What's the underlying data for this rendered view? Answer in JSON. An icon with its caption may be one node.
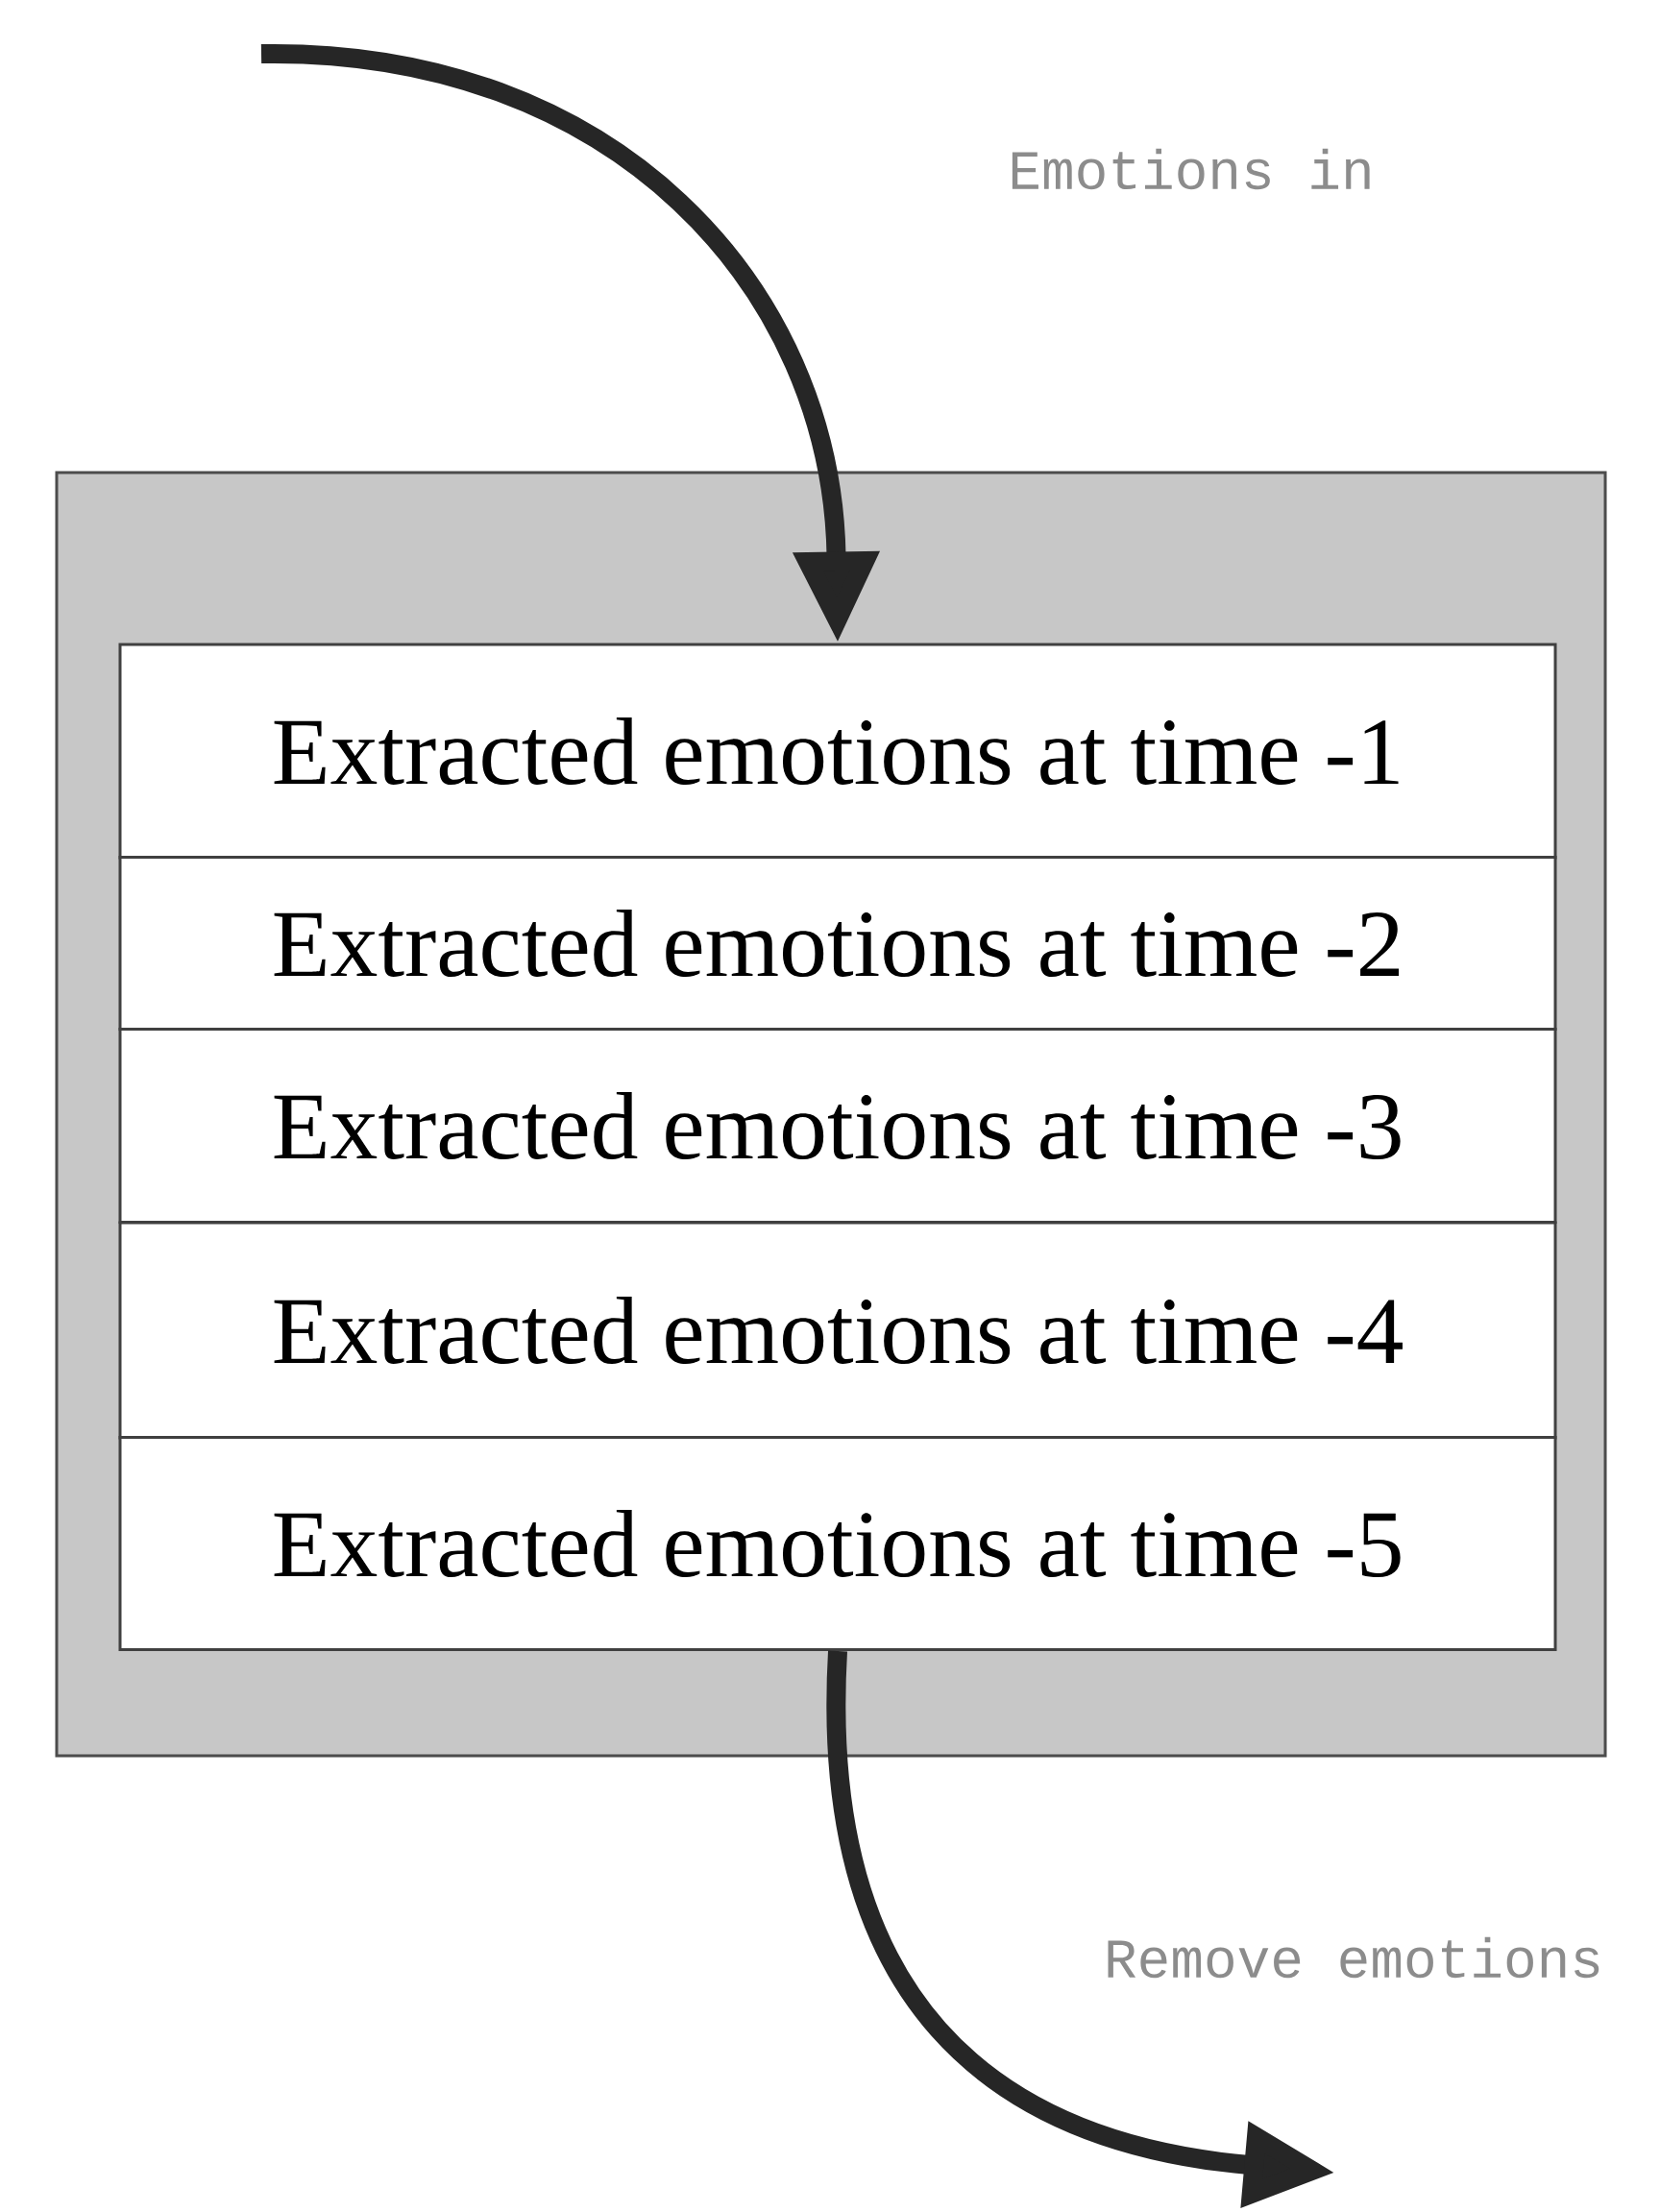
{
  "diagram": {
    "nodes": [
      {
        "text": [],
        "shape": "box"
      },
      {
        "text": [
          "Extracted emotions at time -1"
        ],
        "in": 0
      },
      {
        "text": [
          "Extracted emotions at time -2"
        ],
        "in": 0
      },
      {
        "text": [
          "Extracted emotions at time -3"
        ],
        "in": 0
      },
      {
        "text": [
          "Extracted emotions at time -4"
        ],
        "in": 0
      },
      {
        "text": [
          "Extracted emotions at time -5"
        ],
        "in": 0
      }
    ],
    "edges": [
      {
        "from": null,
        "to": 1,
        "arrow": "to"
      },
      {
        "from": 5,
        "to": null,
        "arrow": "to"
      }
    ],
    "labels": [
      "Emotions in",
      "Remove emotions"
    ]
  }
}
